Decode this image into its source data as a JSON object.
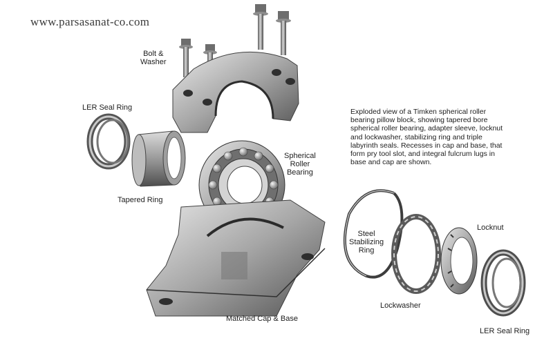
{
  "watermark": "www.parsasanat-co.com",
  "description": "Exploded view of a Timken spherical roller bearing pillow block, showing tapered bore spherical roller bearing, adapter sleeve, locknut and lockwasher, stabilizing ring and triple labyrinth seals. Recesses in cap and base, that form pry tool slot, and integral fulcrum lugs in base and cap are shown.",
  "labels": {
    "bolt_washer": "Bolt &\nWasher",
    "ler_seal_ring_left": "LER Seal Ring",
    "tapered_ring": "Tapered Ring",
    "spherical_roller_bearing": "Spherical\nRoller\nBearing",
    "steel_stabilizing_ring": "Steel\nStabilizing\nRing",
    "lockwasher": "Lockwasher",
    "locknut": "Locknut",
    "matched_cap_base": "Matched Cap & Base",
    "ler_seal_ring_right": "LER Seal Ring"
  },
  "colors": {
    "metal_light": "#d9d9d9",
    "metal_mid": "#9a9a9a",
    "metal_dark": "#4a4a4a",
    "text": "#1d1d1d"
  }
}
